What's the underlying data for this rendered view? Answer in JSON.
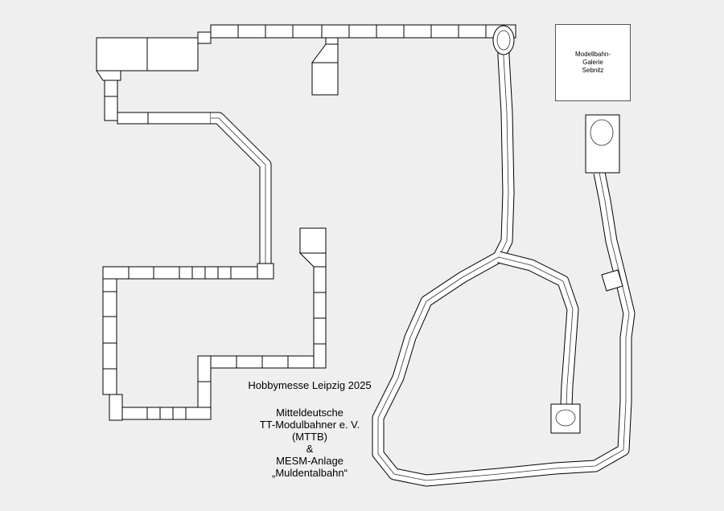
{
  "event_title": "Hobbymesse Leipzig 2025",
  "clubs": {
    "line1": "Mitteldeutsche",
    "line2": "TT-Modulbahner e. V.",
    "line3": "(MTTB)",
    "line4": "&",
    "line5": "MESM-Anlage",
    "line6": "„Muldentalbahn“"
  },
  "gallery": {
    "line1": "Modellbahn-",
    "line2": "Galerie",
    "line3": "Sebnitz"
  }
}
